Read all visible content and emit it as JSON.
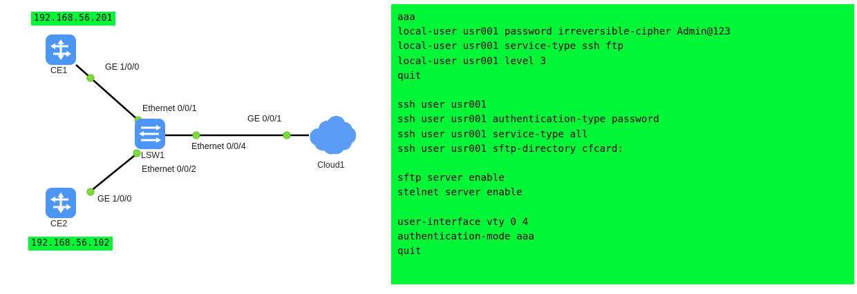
{
  "topology": {
    "devices": [
      {
        "id": "ce1",
        "label": "CE1",
        "type": "router",
        "ip_badge": "192.168.56.201"
      },
      {
        "id": "ce2",
        "label": "CE2",
        "type": "router",
        "ip_badge": "192.168.56.102"
      },
      {
        "id": "lsw1",
        "label": "LSW1",
        "type": "switch"
      },
      {
        "id": "cloud",
        "label": "Cloud1",
        "type": "cloud"
      }
    ],
    "interface_labels": {
      "ce1_port": "GE 1/0/0",
      "ce2_port": "GE 1/0/0",
      "lsw1_port_eth1": "Ethernet 0/0/1",
      "lsw1_port_eth2": "Ethernet 0/0/2",
      "lsw1_port_eth4": "Ethernet 0/0/4",
      "cloud_port": "GE 0/0/1"
    },
    "links": [
      {
        "from": "ce1",
        "to": "lsw1",
        "from_iface": "GE 1/0/0",
        "to_iface": "Ethernet 0/0/1"
      },
      {
        "from": "ce2",
        "to": "lsw1",
        "from_iface": "GE 1/0/0",
        "to_iface": "Ethernet 0/0/2"
      },
      {
        "from": "lsw1",
        "to": "cloud",
        "from_iface": "Ethernet 0/0/4",
        "to_iface": "GE 0/0/1"
      }
    ],
    "colors": {
      "device_blue": "#4d96f5",
      "link_black": "#000000",
      "endpoint_green": "#7ddb3a",
      "badge_green": "#00f736"
    }
  },
  "config": {
    "background_color": "#00f736",
    "text_color": "#000000",
    "lines": [
      "aaa",
      "local-user usr001 password irreversible-cipher Admin@123",
      "local-user usr001 service-type ssh ftp",
      "local-user usr001 level 3",
      "quit",
      "",
      "ssh user usr001",
      "ssh user usr001 authentication-type password",
      "ssh user usr001 service-type all",
      "ssh user usr001 sftp-directory cfcard:",
      "",
      "sftp server enable",
      "stelnet server enable",
      "",
      "user-interface vty 0 4",
      "authentication-mode aaa",
      "quit"
    ],
    "text": "aaa\nlocal-user usr001 password irreversible-cipher Admin@123\nlocal-user usr001 service-type ssh ftp\nlocal-user usr001 level 3\nquit\n\nssh user usr001\nssh user usr001 authentication-type password\nssh user usr001 service-type all\nssh user usr001 sftp-directory cfcard:\n\nsftp server enable\nstelnet server enable\n\nuser-interface vty 0 4\nauthentication-mode aaa\nquit"
  }
}
